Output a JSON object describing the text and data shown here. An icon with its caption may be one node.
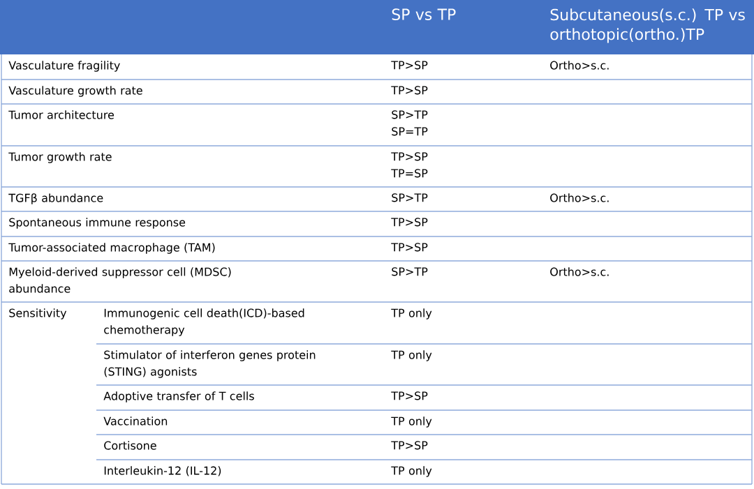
{
  "diagram": {
    "labels": [
      "SP vs TP",
      "Subcutaneous(s.c.) TP vs orthotopic(ortho.)TP",
      "Vasculature fragility",
      "TP>SP",
      "Ortho>s.c.",
      "Vasculature growth rate",
      "TP>SP",
      "Tumor architecture",
      "SP>TP",
      "SP=TP",
      "Tumor growth rate",
      "TP>SP",
      "TP=SP",
      "TGFβ abundance",
      "SP>TP",
      "Ortho>s.c.",
      "Spontaneous immune response",
      "TP>SP",
      "Tumor-associated macrophage (TAM)",
      "TP>SP",
      "Myeloid-derived suppressor cell (MDSC) abundance",
      "SP>TP",
      "Ortho>s.c.",
      "Sensitivity",
      "Immunogenic cell death(ICD)-based chemotherapy",
      "TP only",
      "Stimulator of interferon genes protein (STING) agonists",
      "TP only",
      "Adoptive transfer of T cells",
      "TP>SP",
      "Vaccination",
      "TP only",
      "Cortisone",
      "TP>SP",
      "Interleukin-12 (IL-12)",
      "TP only"
    ]
  }
}
